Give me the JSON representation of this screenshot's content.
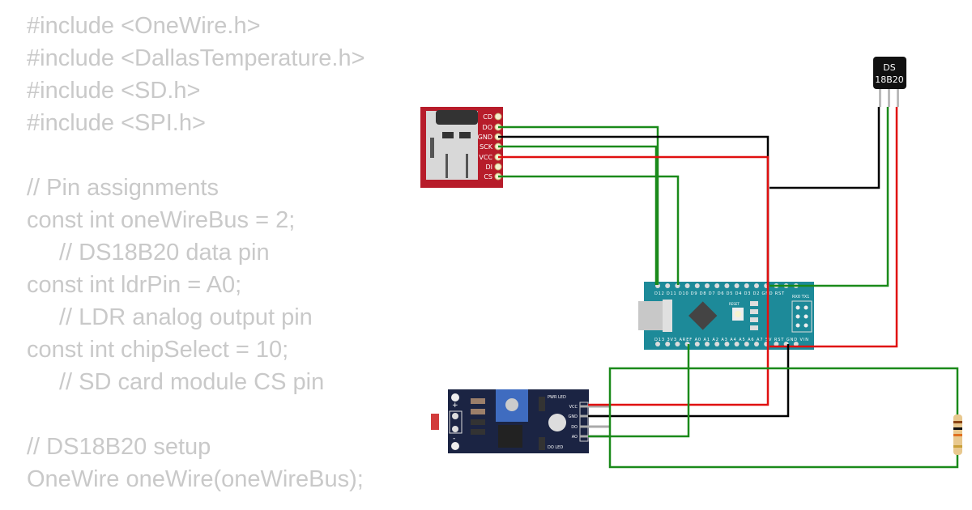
{
  "code": {
    "lines": [
      {
        "code": "#include <OneWire.h>",
        "comment": ""
      },
      {
        "code": "#include <DallasTemperature.h>",
        "comment": ""
      },
      {
        "code": "#include <SD.h>",
        "comment": ""
      },
      {
        "code": "#include <SPI.h>",
        "comment": ""
      },
      {
        "code": "",
        "comment": ""
      },
      {
        "code": "// Pin assignments",
        "comment": ""
      },
      {
        "code": "const int oneWireBus = 2;",
        "comment": "// DS18B20 data pin"
      },
      {
        "code": "const int ldrPin = A0;",
        "comment": "// LDR analog output pin"
      },
      {
        "code": "const int chipSelect = 10;",
        "comment": "// SD card module CS pin"
      },
      {
        "code": "",
        "comment": ""
      },
      {
        "code": "// DS18B20 setup",
        "comment": ""
      },
      {
        "code": "OneWire oneWire(oneWireBus);",
        "comment": ""
      }
    ]
  },
  "sd_module": {
    "pins": [
      "CD",
      "DO",
      "GND",
      "SCK",
      "VCC",
      "DI",
      "CS"
    ],
    "color": "#b71c2a"
  },
  "sensor": {
    "label_line1": "DS",
    "label_line2": "18B20"
  },
  "nano": {
    "top_pins": "D12 D11 D10 D9 D8 D7 D6 D5 D4 D3 D2 GND RST",
    "bottom_pins": "D13 3V3 AREF A0 A1 A2 A3 A4 A5 A6 A7 5V RST GND VIN",
    "header": "RX0 TX1",
    "reset": "RESET",
    "color": "#1d8a99"
  },
  "ldr_module": {
    "pins": [
      "VCC",
      "GND",
      "DO",
      "AO"
    ],
    "pwr_led": "PWR LED",
    "do_led": "DO LED",
    "plus": "+",
    "minus": "-",
    "color": "#1b2443"
  },
  "wires": {
    "green": "#1a8a1a",
    "black": "#000000",
    "red": "#e01010"
  }
}
